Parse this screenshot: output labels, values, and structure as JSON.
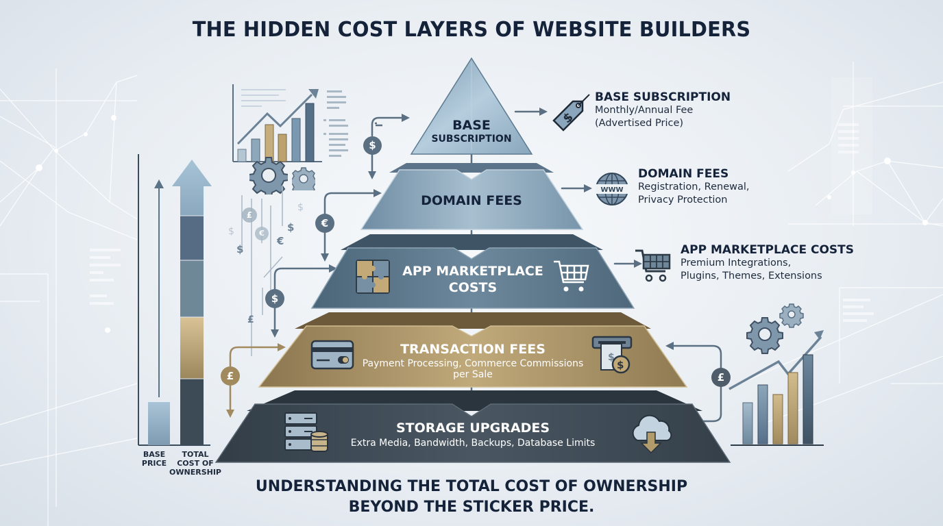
{
  "title": "THE HIDDEN COST LAYERS OF WEBSITE BUILDERS",
  "footer": {
    "line1": "UNDERSTANDING THE TOTAL COST OF OWNERSHIP",
    "line2": "BEYOND THE STICKER PRICE."
  },
  "pyramid": {
    "tiers": [
      {
        "id": "base",
        "label_line1": "BASE",
        "label_line2": "SUBSCRIPTION",
        "color": "#8eaec4"
      },
      {
        "id": "domain",
        "label": "DOMAIN FEES",
        "color": "#7f9bb0"
      },
      {
        "id": "apps",
        "label_line1": "APP MARKETPLACE",
        "label_line2": "COSTS",
        "color": "#5b7589",
        "icons": [
          "puzzle-icon",
          "cart-icon"
        ]
      },
      {
        "id": "transaction",
        "label": "TRANSACTION FEES",
        "sub_line1": "Payment Processing, Commerce Commissions",
        "sub_line2": "per Sale",
        "color": "#a48d62",
        "icons": [
          "credit-card-icon",
          "atm-cash-icon"
        ]
      },
      {
        "id": "storage",
        "label": "STORAGE UPGRADES",
        "sub": "Extra Media, Bandwidth, Backups, Database Limits",
        "color": "#3c4853",
        "icons": [
          "server-database-icon",
          "cloud-download-icon"
        ]
      }
    ]
  },
  "callouts": [
    {
      "id": "base",
      "heading": "BASE SUBSCRIPTION",
      "line1": "Monthly/Annual Fee",
      "line2": "(Advertised Price)",
      "icon": "price-tag-icon"
    },
    {
      "id": "domain",
      "heading": "DOMAIN FEES",
      "line1": "Registration, Renewal,",
      "line2": "Privacy Protection",
      "icon": "www-globe-icon",
      "icon_text": "WWW"
    },
    {
      "id": "apps",
      "heading": "APP MARKETPLACE COSTS",
      "line1": "Premium Integrations,",
      "line2": "Plugins, Themes, Extensions",
      "icon": "cart-icon"
    }
  ],
  "tco_chart": {
    "labels": {
      "base": [
        "BASE",
        "PRICE"
      ],
      "total": [
        "TOTAL",
        "COST OF",
        "OWNERSHIP"
      ]
    },
    "segments": [
      {
        "name": "Storage Upgrades",
        "color": "#3d4b57"
      },
      {
        "name": "Transaction Fees",
        "color": "#b09a6b"
      },
      {
        "name": "App Marketplace",
        "color": "#6f8898"
      },
      {
        "name": "Domain Fees",
        "color": "#566c84"
      },
      {
        "name": "Base Subscription",
        "color": "#8daec6"
      }
    ]
  },
  "currency_symbols": {
    "dollar": "$",
    "euro": "€",
    "pound": "£"
  },
  "colors": {
    "navy": "#14223a",
    "slate": "#4d6275",
    "gold": "#a48d62",
    "dark": "#3c4853"
  }
}
